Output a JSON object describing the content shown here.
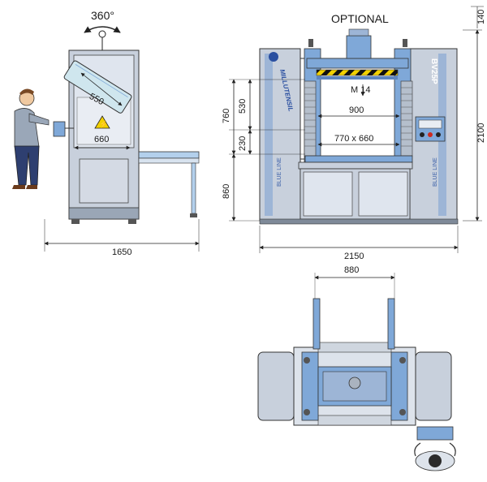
{
  "labels": {
    "rotation": "360°",
    "optional": "OPTIONAL",
    "d550": "550",
    "d660": "660",
    "d1650": "1650",
    "d2150": "2150",
    "d2100": "2100",
    "d140": "140",
    "d760": "760",
    "d530": "530",
    "d230": "230",
    "d860": "860",
    "dM14": "M 14",
    "d900": "900",
    "d770": "770 x 660",
    "d880": "880"
  },
  "branding": {
    "brand": "MILLUTENSIL",
    "model": "BV25P",
    "series_left": "BLUE LINE",
    "series_right": "BLUE LINE"
  },
  "colors": {
    "frame_blue": "#7fa8d8",
    "panel_gray": "#c8d0dc",
    "dark_line": "#2b2b2b",
    "accent_yellow": "#f2d100"
  }
}
